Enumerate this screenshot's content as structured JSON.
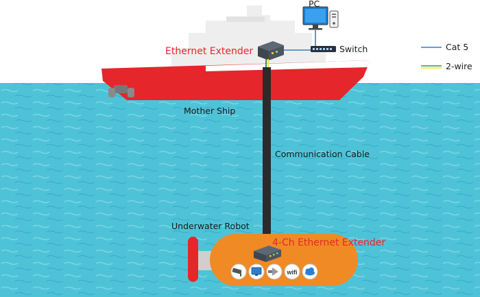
{
  "labels": {
    "pc": "PC",
    "switch": "Switch",
    "ethernet_extender": "Ethernet Extender",
    "mother_ship": "Mother Ship",
    "communication_cable": "Communication Cable",
    "underwater_robot": "Underwater Robot",
    "four_ch_extender": "4-Ch Ethernet Extender"
  },
  "legend": {
    "cat5_label": "Cat 5",
    "two_wire_label": "2-wire"
  },
  "robot_devices": [
    "camera-icon",
    "monitor-icon",
    "sensor-icon",
    "wifi-icon",
    "cloud-icon"
  ],
  "robot_device_texts": {
    "wifi": "wifi"
  },
  "colors": {
    "ship_hull": "#e5262b",
    "ship_superstructure": "#eeeeee",
    "sea": "#4ec3d8",
    "cable": "#2b2b2b",
    "cat5_line": "#2b7fd1",
    "two_wire_green": "#2e9e3c",
    "two_wire_yellow": "#f2e43a",
    "robot_body": "#f08a24",
    "label_red": "#e8252a"
  }
}
